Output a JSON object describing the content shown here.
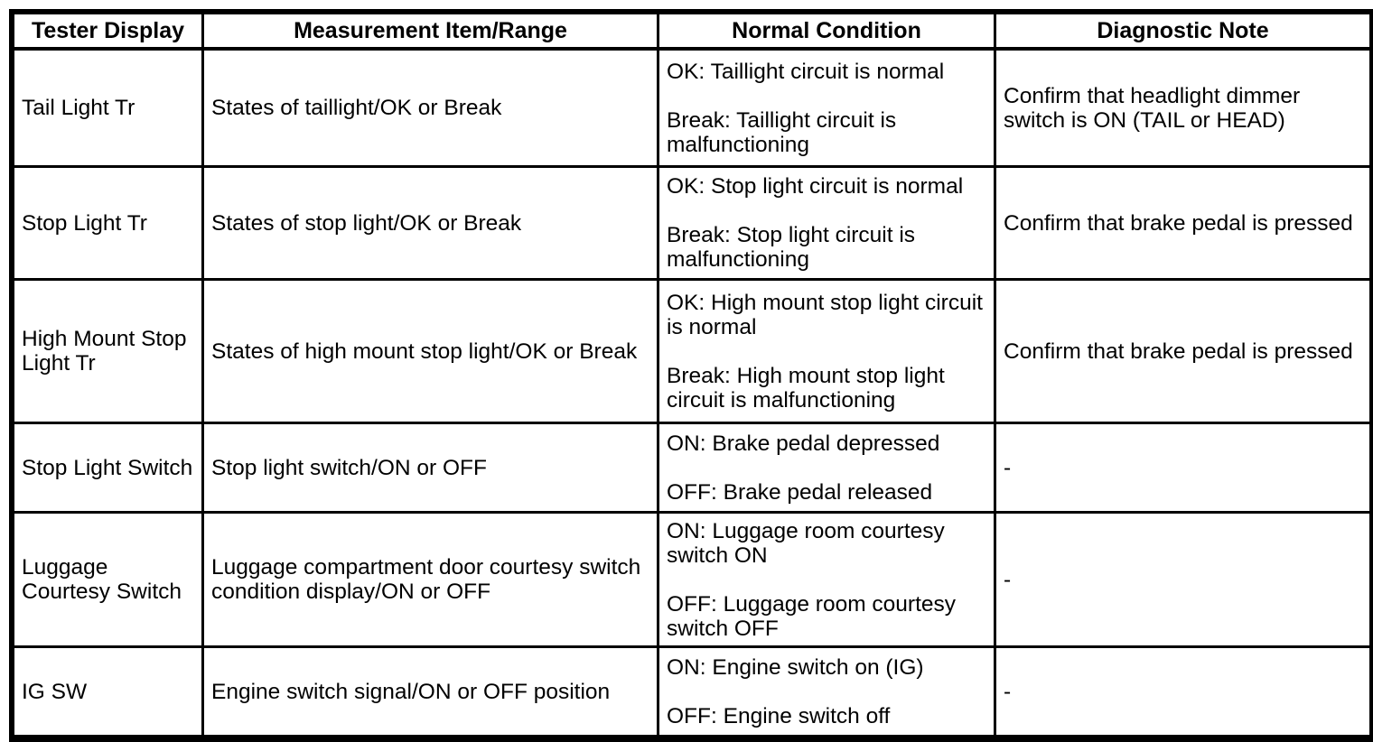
{
  "colors": {
    "text": "#000000",
    "background": "#ffffff",
    "border": "#000000"
  },
  "table": {
    "headers": {
      "tester_display": "Tester Display",
      "measurement_item_range": "Measurement Item/Range",
      "normal_condition": "Normal Condition",
      "diagnostic_note": "Diagnostic Note"
    },
    "rows": [
      {
        "tester_display": "Tail Light Tr",
        "measurement_item_range": "States of taillight/OK or Break",
        "normal_condition_line1": "OK: Taillight circuit is normal",
        "normal_condition_line2": "Break: Taillight circuit is malfunctioning",
        "diagnostic_note": "Confirm that headlight dimmer switch is ON (TAIL or HEAD)"
      },
      {
        "tester_display": "Stop Light Tr",
        "measurement_item_range": "States of stop light/OK or Break",
        "normal_condition_line1": "OK: Stop light circuit is normal",
        "normal_condition_line2": "Break: Stop light circuit is malfunctioning",
        "diagnostic_note": "Confirm that brake pedal is pressed"
      },
      {
        "tester_display": "High Mount Stop Light Tr",
        "measurement_item_range": "States of high mount stop light/OK or Break",
        "normal_condition_line1": "OK: High mount stop light circuit is normal",
        "normal_condition_line2": "Break: High mount stop light circuit is malfunctioning",
        "diagnostic_note": "Confirm that brake pedal is pressed"
      },
      {
        "tester_display": "Stop Light Switch",
        "measurement_item_range": "Stop light switch/ON or OFF",
        "normal_condition_line1": "ON: Brake pedal depressed",
        "normal_condition_line2": "OFF: Brake pedal released",
        "diagnostic_note": "-"
      },
      {
        "tester_display": "Luggage Courtesy Switch",
        "measurement_item_range": "Luggage compartment door courtesy switch condition display/ON or OFF",
        "normal_condition_line1": "ON: Luggage room courtesy switch ON",
        "normal_condition_line2": "OFF: Luggage room courtesy switch OFF",
        "diagnostic_note": "-"
      },
      {
        "tester_display": "IG SW",
        "measurement_item_range": "Engine switch signal/ON or OFF position",
        "normal_condition_line1": "ON: Engine switch on (IG)",
        "normal_condition_line2": "OFF: Engine switch off",
        "diagnostic_note": "-"
      }
    ]
  }
}
